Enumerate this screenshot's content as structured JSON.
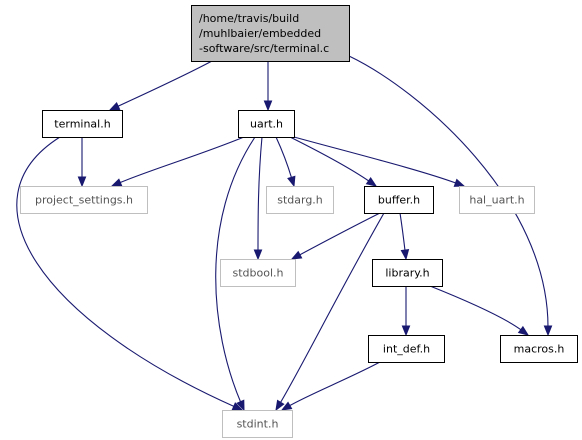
{
  "colors": {
    "edge": "#191970",
    "root_fill": "#bfbfbf",
    "documented_border": "#000000",
    "undocumented_border": "#bfbfbf",
    "documented_text": "#000000",
    "undocumented_text": "#555555",
    "background": "#ffffff"
  },
  "nodes": [
    {
      "id": "terminal_c",
      "lines": [
        "/home/travis/build",
        "/muhlbaier/embedded",
        "-software/src/terminal.c"
      ],
      "kind": "root"
    },
    {
      "id": "terminal_h",
      "lines": [
        "terminal.h"
      ],
      "kind": "documented"
    },
    {
      "id": "uart_h",
      "lines": [
        "uart.h"
      ],
      "kind": "documented"
    },
    {
      "id": "project_settings_h",
      "lines": [
        "project_settings.h"
      ],
      "kind": "undocumented"
    },
    {
      "id": "stdarg_h",
      "lines": [
        "stdarg.h"
      ],
      "kind": "undocumented"
    },
    {
      "id": "buffer_h",
      "lines": [
        "buffer.h"
      ],
      "kind": "documented"
    },
    {
      "id": "hal_uart_h",
      "lines": [
        "hal_uart.h"
      ],
      "kind": "undocumented"
    },
    {
      "id": "stdbool_h",
      "lines": [
        "stdbool.h"
      ],
      "kind": "undocumented"
    },
    {
      "id": "library_h",
      "lines": [
        "library.h"
      ],
      "kind": "documented"
    },
    {
      "id": "int_def_h",
      "lines": [
        "int_def.h"
      ],
      "kind": "documented"
    },
    {
      "id": "macros_h",
      "lines": [
        "macros.h"
      ],
      "kind": "documented"
    },
    {
      "id": "stdint_h",
      "lines": [
        "stdint.h"
      ],
      "kind": "undocumented"
    }
  ],
  "edges": [
    {
      "from": "terminal_c",
      "to": "terminal_h"
    },
    {
      "from": "terminal_c",
      "to": "uart_h"
    },
    {
      "from": "terminal_c",
      "to": "macros_h"
    },
    {
      "from": "terminal_h",
      "to": "project_settings_h"
    },
    {
      "from": "terminal_h",
      "to": "stdint_h"
    },
    {
      "from": "uart_h",
      "to": "project_settings_h"
    },
    {
      "from": "uart_h",
      "to": "stdint_h"
    },
    {
      "from": "uart_h",
      "to": "stdbool_h"
    },
    {
      "from": "uart_h",
      "to": "stdarg_h"
    },
    {
      "from": "uart_h",
      "to": "buffer_h"
    },
    {
      "from": "uart_h",
      "to": "hal_uart_h"
    },
    {
      "from": "buffer_h",
      "to": "stdbool_h"
    },
    {
      "from": "buffer_h",
      "to": "stdint_h"
    },
    {
      "from": "buffer_h",
      "to": "library_h"
    },
    {
      "from": "library_h",
      "to": "int_def_h"
    },
    {
      "from": "library_h",
      "to": "macros_h"
    },
    {
      "from": "int_def_h",
      "to": "stdint_h"
    }
  ]
}
